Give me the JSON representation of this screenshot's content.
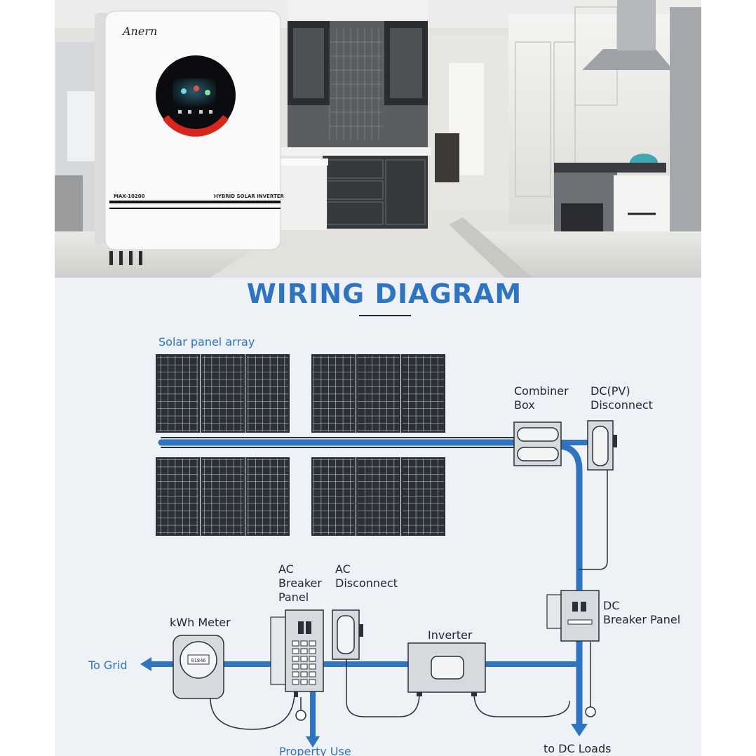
{
  "product": {
    "brand": "Anern",
    "model": "MAX-10200",
    "type_label": "HYBRID SOLAR INVERTER"
  },
  "diagram": {
    "title": "WIRING DIAGRAM",
    "labels": {
      "solar_array": "Solar panel array",
      "combiner_1": "Combiner",
      "combiner_2": "Box",
      "dcpv_1": "DC(PV)",
      "dcpv_2": "Disconnect",
      "acbreaker_1": "AC",
      "acbreaker_2": "Breaker",
      "acbreaker_3": "Panel",
      "acdisc_1": "AC",
      "acdisc_2": "Disconnect",
      "kwh": "kWh Meter",
      "inverter": "Inverter",
      "dcbreaker_1": "DC",
      "dcbreaker_2": "Breaker Panel",
      "to_grid": "To Grid",
      "property_use": "Property Use",
      "to_dc_loads": "to DC Loads",
      "meter_reading": "01846"
    }
  },
  "colors": {
    "accent_blue": "#2f74c0",
    "panel_dark": "#2b3038",
    "diagram_bg": "#eef1f5"
  }
}
